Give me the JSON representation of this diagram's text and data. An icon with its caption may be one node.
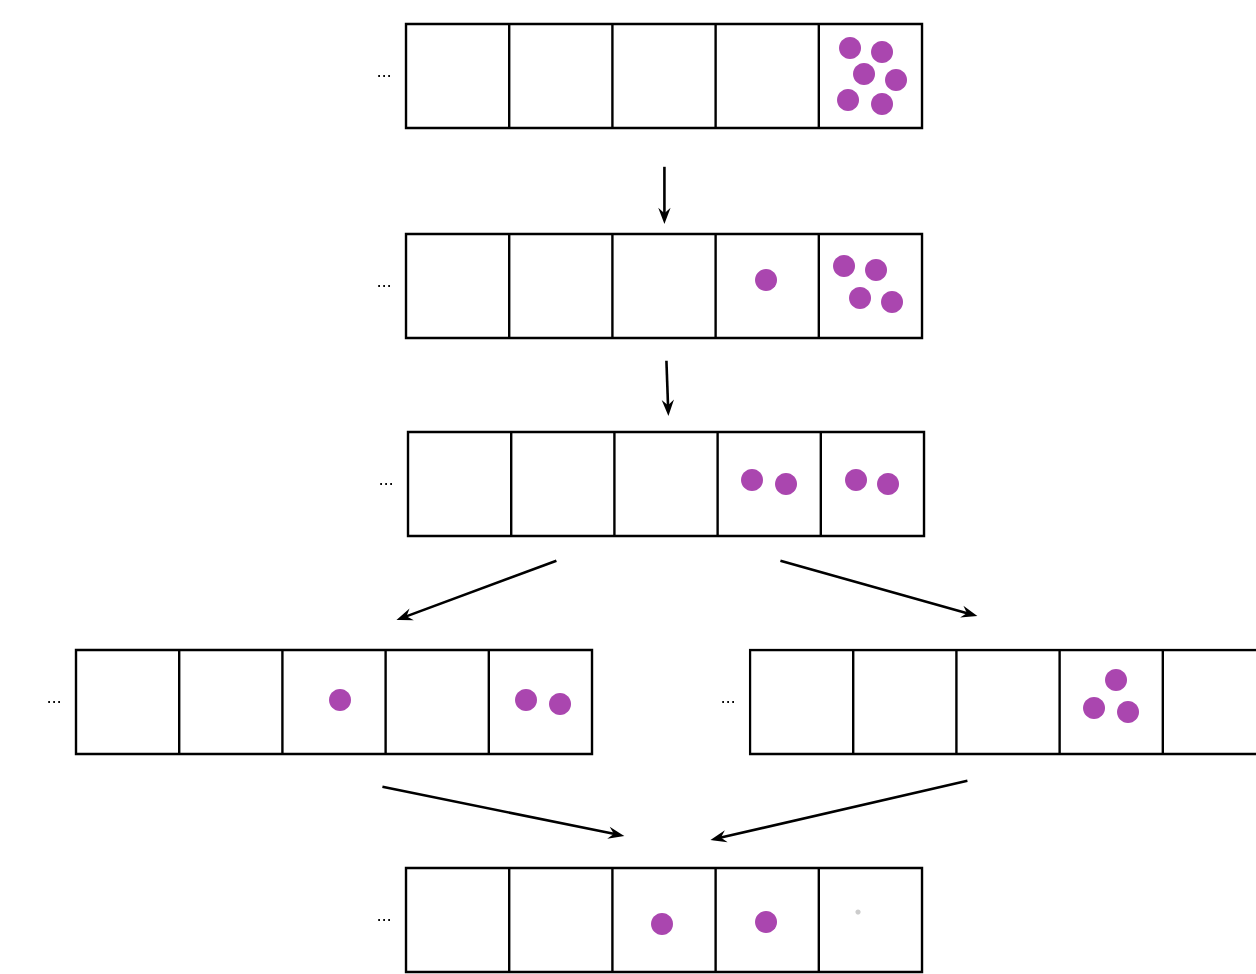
{
  "diagram": {
    "nodes": [
      {
        "text": [],
        "shape": "box",
        "beside": [
          "..."
        ]
      },
      {
        "text": [],
        "shape": "box",
        "beside": [
          "..."
        ]
      },
      {
        "text": [],
        "shape": "box",
        "beside": [
          "..."
        ]
      },
      {
        "text": [],
        "shape": "box",
        "beside": [
          "..."
        ]
      },
      {
        "text": [],
        "shape": "box",
        "beside": [
          "..."
        ]
      },
      {
        "text": [],
        "shape": "box",
        "beside": [
          "..."
        ]
      }
    ],
    "edges": [
      {
        "from": 0,
        "to": 1,
        "arrow": "to"
      },
      {
        "from": 1,
        "to": 2,
        "arrow": "to"
      },
      {
        "from": 2,
        "to": 3,
        "arrow": "to"
      },
      {
        "from": 2,
        "to": 4,
        "arrow": "to"
      },
      {
        "from": 3,
        "to": 5,
        "arrow": "to"
      },
      {
        "from": 4,
        "to": 5,
        "arrow": "to"
      }
    ]
  }
}
